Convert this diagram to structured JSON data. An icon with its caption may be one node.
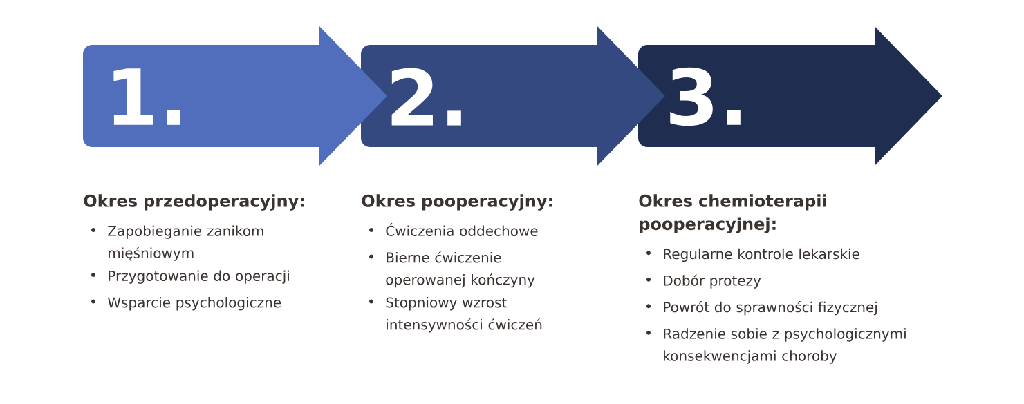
{
  "diagram": {
    "nodes": [
      {
        "text": [
          "1."
        ],
        "beside": [
          "Okres przedoperacyjny:",
          "Zapobieganie zanikom mięśniowym",
          "Przygotowanie do operacji",
          "Wsparcie psychologiczne"
        ]
      },
      {
        "text": [
          "2."
        ],
        "beside": [
          "Okres pooperacyjny:",
          "Ćwiczenia oddechowe",
          "Bierne ćwiczenie operowanej kończyny",
          "Stopniowy wzrost intensywności ćwiczeń"
        ]
      },
      {
        "text": [
          "3."
        ],
        "beside": [
          "Okres chemioterapii pooperacyjnej:",
          "Regularne kontrole lekarskie",
          "Dobór protezy",
          "Powrót do sprawności fizycznej",
          "Radzenie sobie z psychologicznymi konsekwencjami choroby"
        ]
      }
    ]
  }
}
